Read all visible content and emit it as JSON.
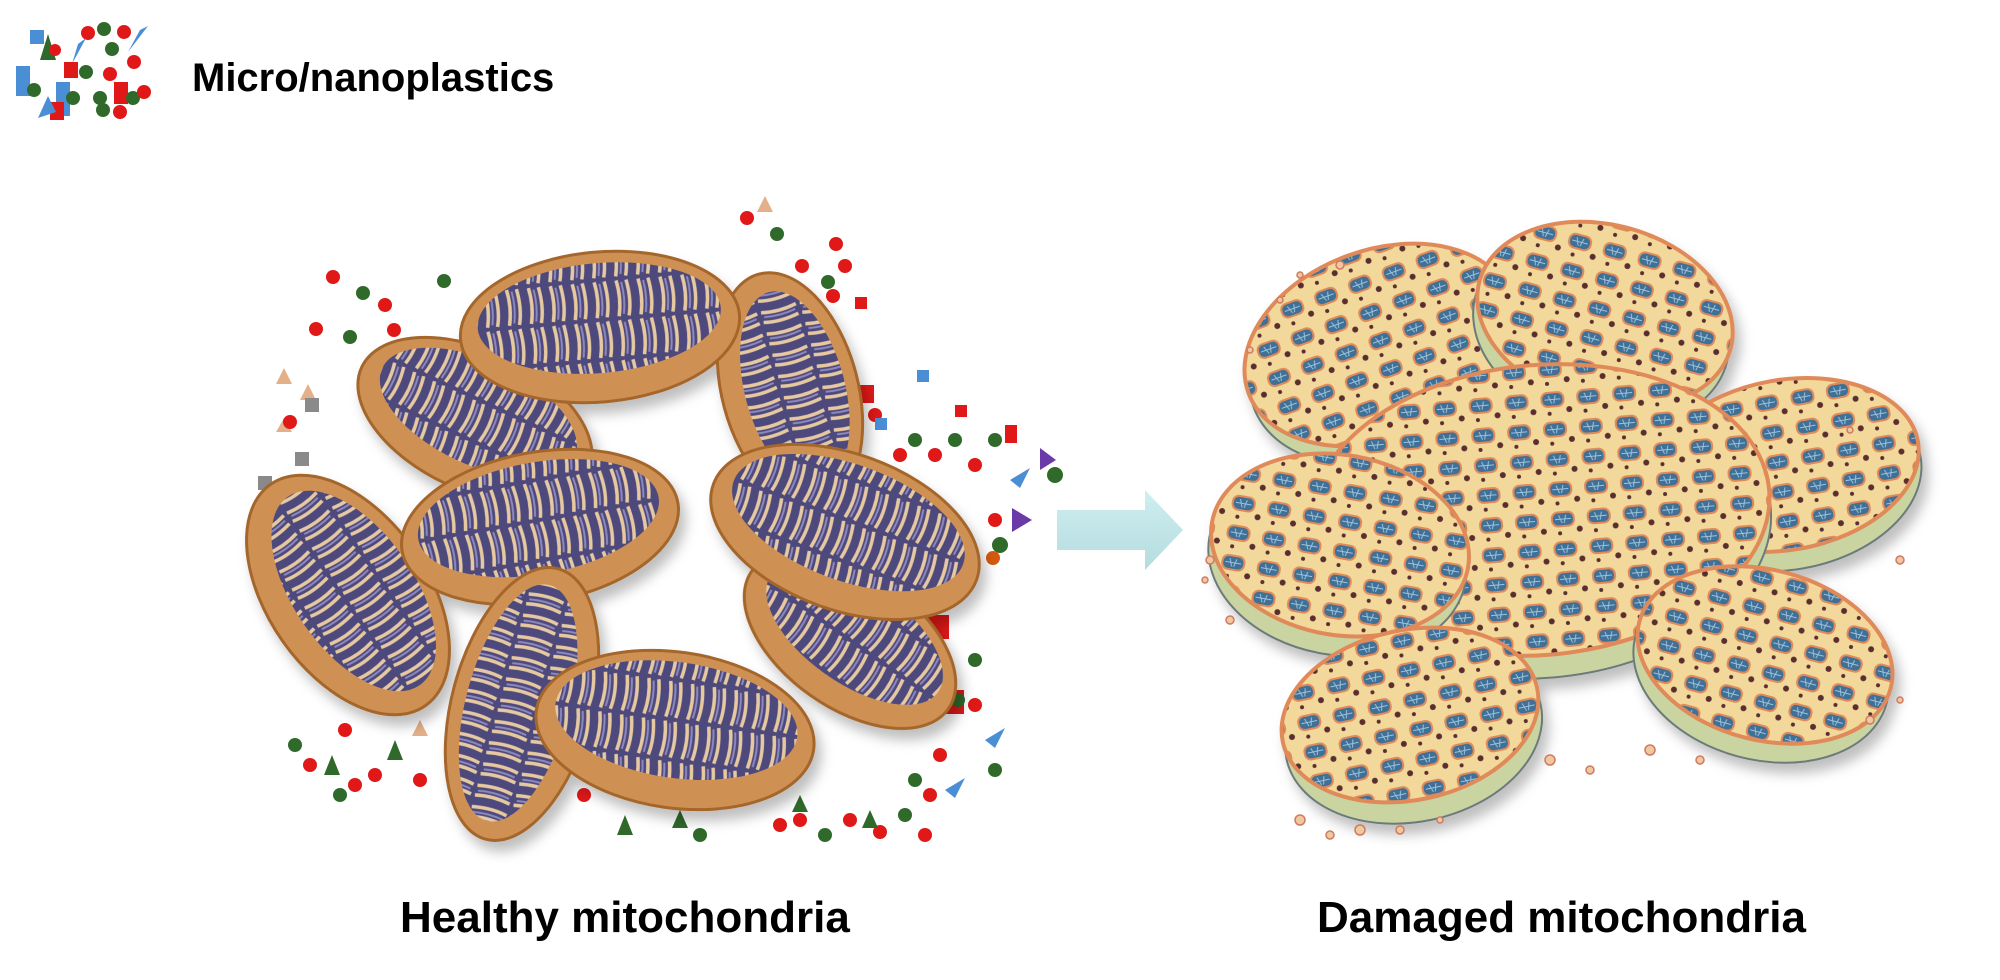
{
  "legend": {
    "label": "Micro/nanoplastics",
    "icon": "plastic-particles-icon"
  },
  "panels": {
    "healthy": {
      "label": "Healthy mitochondria"
    },
    "damaged": {
      "label": "Damaged mitochondria"
    }
  },
  "arrow": {
    "icon": "right-arrow-icon",
    "color": "#bfe3e6"
  },
  "colors": {
    "healthy_membrane": "#cf9152",
    "healthy_membrane_dark": "#a4662c",
    "healthy_matrix": "#4d4a7c",
    "healthy_cristae": "#e6c9a0",
    "damaged_body": "#f2d89a",
    "damaged_outline": "#e08a5a",
    "damaged_compartment": "#3f6f96",
    "damaged_wall": "#c9d4a0",
    "particle_red": "#e01818",
    "particle_green": "#2f6a2a",
    "particle_blue": "#4a8fd6",
    "particle_tan": "#e3b08a",
    "particle_purple": "#6a3aa8",
    "particle_gray": "#8a8a8a"
  }
}
